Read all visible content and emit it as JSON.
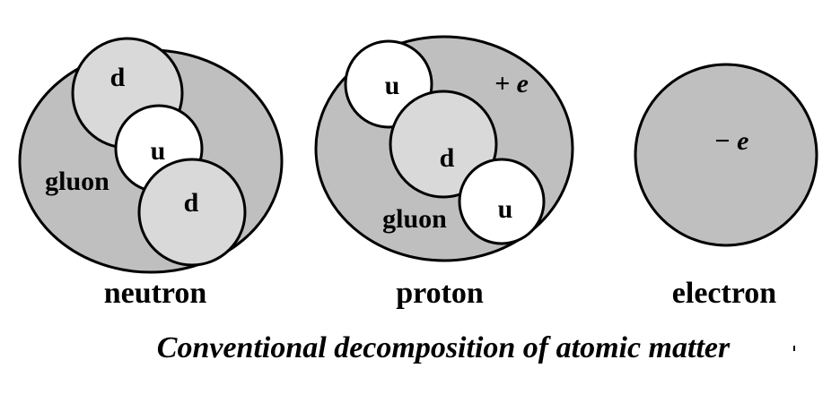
{
  "colors": {
    "outer_fill": "#bfbfbf",
    "quark_d_fill": "#d9d9d9",
    "quark_u_fill": "#ffffff",
    "stroke": "#000000"
  },
  "neutron": {
    "name": "neutron",
    "gluon_label": "gluon",
    "quark_top": "d",
    "quark_mid": "u",
    "quark_bottom": "d"
  },
  "proton": {
    "name": "proton",
    "gluon_label": "gluon",
    "charge": "+ e",
    "quark_top": "u",
    "quark_mid": "d",
    "quark_bottom": "u"
  },
  "electron": {
    "name": "electron",
    "charge": "− e"
  },
  "caption": "Conventional decomposition of atomic matter"
}
